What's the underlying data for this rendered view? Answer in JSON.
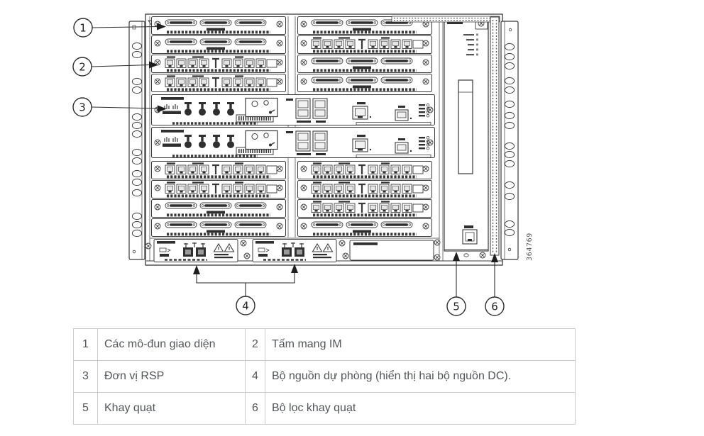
{
  "figure": {
    "number": "364769"
  },
  "callouts": {
    "c1": "1",
    "c2": "2",
    "c3": "3",
    "c4": "4",
    "c5": "5",
    "c6": "6"
  },
  "legend": {
    "rows": [
      {
        "num_a": "1",
        "label_a": "Các mô-đun giao diện",
        "num_b": "2",
        "label_b": "Tấm mang IM"
      },
      {
        "num_a": "3",
        "label_a": "Đơn vị RSP",
        "num_b": "4",
        "label_b": "Bộ nguồn dự phòng (hiển thị hai bộ nguồn DC)."
      },
      {
        "num_a": "5",
        "label_a": "Khay quạt",
        "num_b": "6",
        "label_b": "Bộ lọc khay quạt"
      }
    ]
  },
  "colors": {
    "line": "#3a3a3a",
    "dark_fill": "#2f2f2f",
    "text": "#52565a",
    "table_border": "#c9cccf"
  }
}
